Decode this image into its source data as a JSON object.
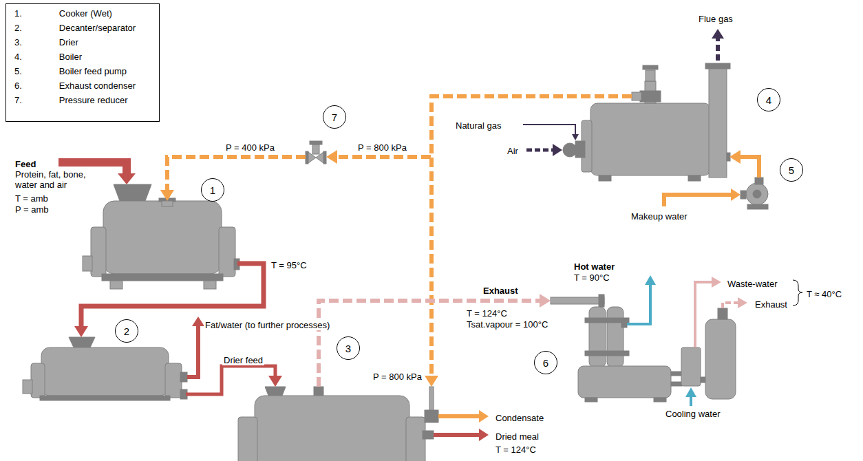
{
  "diagram": {
    "nodes": [
      {
        "text": [
          "1.",
          "Cooker (Wet)",
          "2.",
          "Decanter/separator",
          "3.",
          "Drier",
          "4.",
          "Boiler",
          "5.",
          "Boiler feed pump",
          "6.",
          "Exhaust condenser",
          "7.",
          "Pressure reducer"
        ]
      },
      {
        "text": [
          "1"
        ]
      },
      {
        "text": [
          "2"
        ]
      },
      {
        "text": [
          "3"
        ]
      },
      {
        "text": [
          "4"
        ]
      },
      {
        "text": [
          "5"
        ]
      },
      {
        "text": [
          "6"
        ]
      },
      {
        "text": [
          "7"
        ]
      }
    ],
    "edges": [
      {
        "from": 1,
        "to": 2,
        "arrow": "to",
        "label": "T = 95°C"
      },
      {
        "from": 2,
        "to": 3,
        "arrow": "to",
        "label": "Drier feed"
      },
      {
        "from": 4,
        "to": 7,
        "arrow": "to",
        "label": "P = 800 kPa"
      },
      {
        "from": 4,
        "to": 3,
        "arrow": "to",
        "label": "P = 800 kPa"
      },
      {
        "from": 7,
        "to": 1,
        "arrow": "to",
        "label": "P = 400 kPa"
      },
      {
        "from": 5,
        "to": 4,
        "arrow": "to"
      },
      {
        "from": 3,
        "to": 6,
        "arrow": "to",
        "label": "Exhaust"
      }
    ],
    "labels": [
      "Feed",
      "Protein, fat, bone, water and air",
      "T = amb",
      "P = amb",
      "Fat/water (to further processes)",
      "Flue gas",
      "Natural gas",
      "Air",
      "Makeup water",
      "Condensate",
      "Dried meal",
      "T = 124°C",
      "T = 124°C",
      "Tsat.vapour = 100°C",
      "Hot water",
      "T = 90°C",
      "Waste-water",
      "Exhaust",
      "T ≈ 40°C",
      "Cooling water"
    ]
  }
}
